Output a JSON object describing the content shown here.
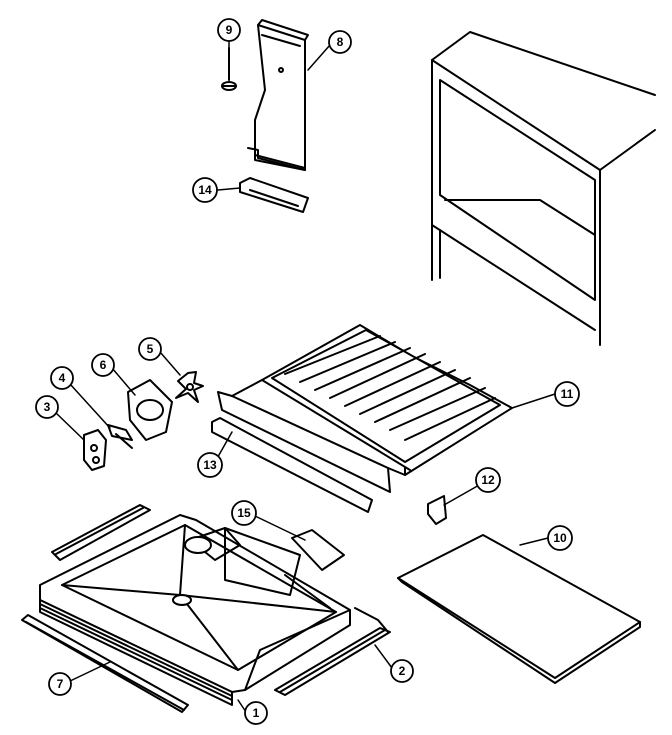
{
  "callouts": [
    {
      "id": "c9",
      "label": "9"
    },
    {
      "id": "c8",
      "label": "8"
    },
    {
      "id": "c14",
      "label": "14"
    },
    {
      "id": "c5",
      "label": "5"
    },
    {
      "id": "c6",
      "label": "6"
    },
    {
      "id": "c4",
      "label": "4"
    },
    {
      "id": "c3",
      "label": "3"
    },
    {
      "id": "c11",
      "label": "11"
    },
    {
      "id": "c13",
      "label": "13"
    },
    {
      "id": "c12",
      "label": "12"
    },
    {
      "id": "c15",
      "label": "15"
    },
    {
      "id": "c10",
      "label": "10"
    },
    {
      "id": "c7",
      "label": "7"
    },
    {
      "id": "c2",
      "label": "2"
    },
    {
      "id": "c1",
      "label": "1"
    }
  ],
  "colors": {
    "line": "#000000",
    "fill": "#ffffff",
    "shade": "#333333"
  }
}
